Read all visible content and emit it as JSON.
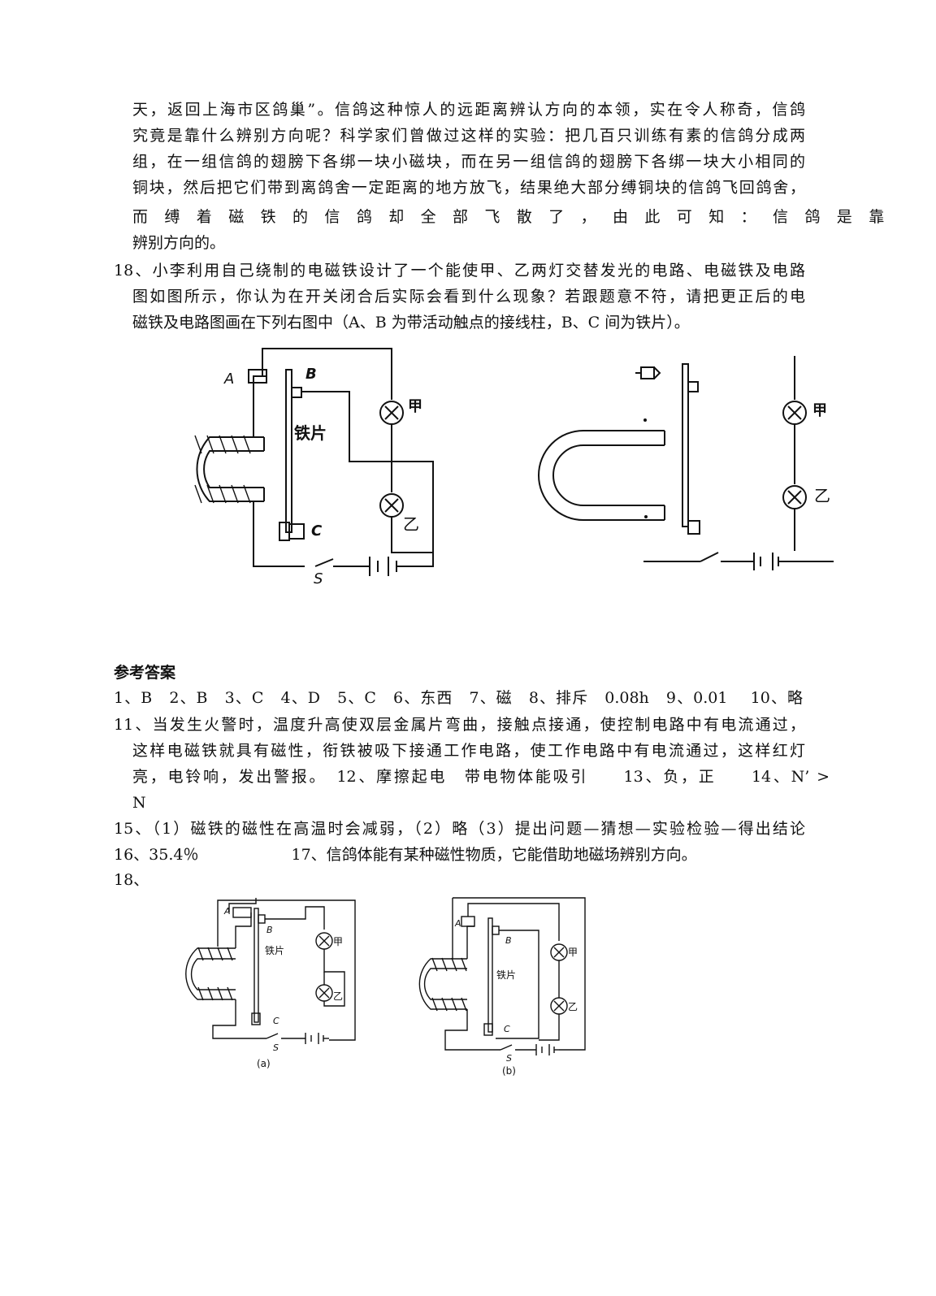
{
  "passage": {
    "lines": [
      "天，返回上海市区鸽巢”。信鸽这种惊人的远距离辨认方向的本领，实在令人称奇，信鸽",
      "究竟是靠什么辨别方向呢？科学家们曾做过这样的实验：把几百只训练有素的信鸽分成两",
      "组，在一组信鸽的翅膀下各绑一块小磁块，而在另一组信鸽的翅膀下各绑一块大小相同的",
      "铜块，然后把它们带到离鸽舍一定距离的地方放飞，结果绝大部分缚铜块的信鸽飞回鸽舍，",
      "而缚着磁铁的信鸽却全部飞散了，由此可知：信鸽是靠",
      "辨别方向的。"
    ]
  },
  "q18": {
    "lines": [
      "18、小李利用自己绕制的电磁铁设计了一个能使甲、乙两灯交替发光的电路、电磁铁及电路",
      "图如图所示，你认为在开关闭合后实际会看到什么现象？若跟题意不符，请把更正后的电",
      "磁铁及电路图画在下列右图中（A、B 为带活动触点的接线柱，B、C 间为铁片）。"
    ]
  },
  "diagram_labels": {
    "A": "A",
    "B": "B",
    "C": "C",
    "S": "S",
    "iron": "铁片",
    "lamp1": "甲",
    "lamp2": "乙",
    "fig_a": "(a)",
    "fig_b": "(b)"
  },
  "answers": {
    "heading": "参考答案",
    "line1": "1、B　2、B　3、C　4、D　5、C　6、东西　7、磁　8、排斥　0.08h　9、0.01　 10、略",
    "line11a": "11、当发生火警时，温度升高使双层金属片弯曲，接触点接通，使控制电路中有电流通过，",
    "line11b": "这样电磁铁就具有磁性，衔铁被吸下接通工作电路，使工作电路中有电流通过，这样红灯",
    "line11c": "亮，电铃响，发出警报。　12、摩擦起电　带电物体能吸引　　13、负，正　　14、N’ >",
    "line11d": "N",
    "line15": "15、（1）磁铁的磁性在高温时会减弱，（2）略（3）提出问题—猜想—实验检验—得出结论",
    "line16": "16、35.4％　　　　　　17、信鸽体能有某种磁性物质，它能借助地磁场辨别方向。",
    "line18": "18、"
  }
}
